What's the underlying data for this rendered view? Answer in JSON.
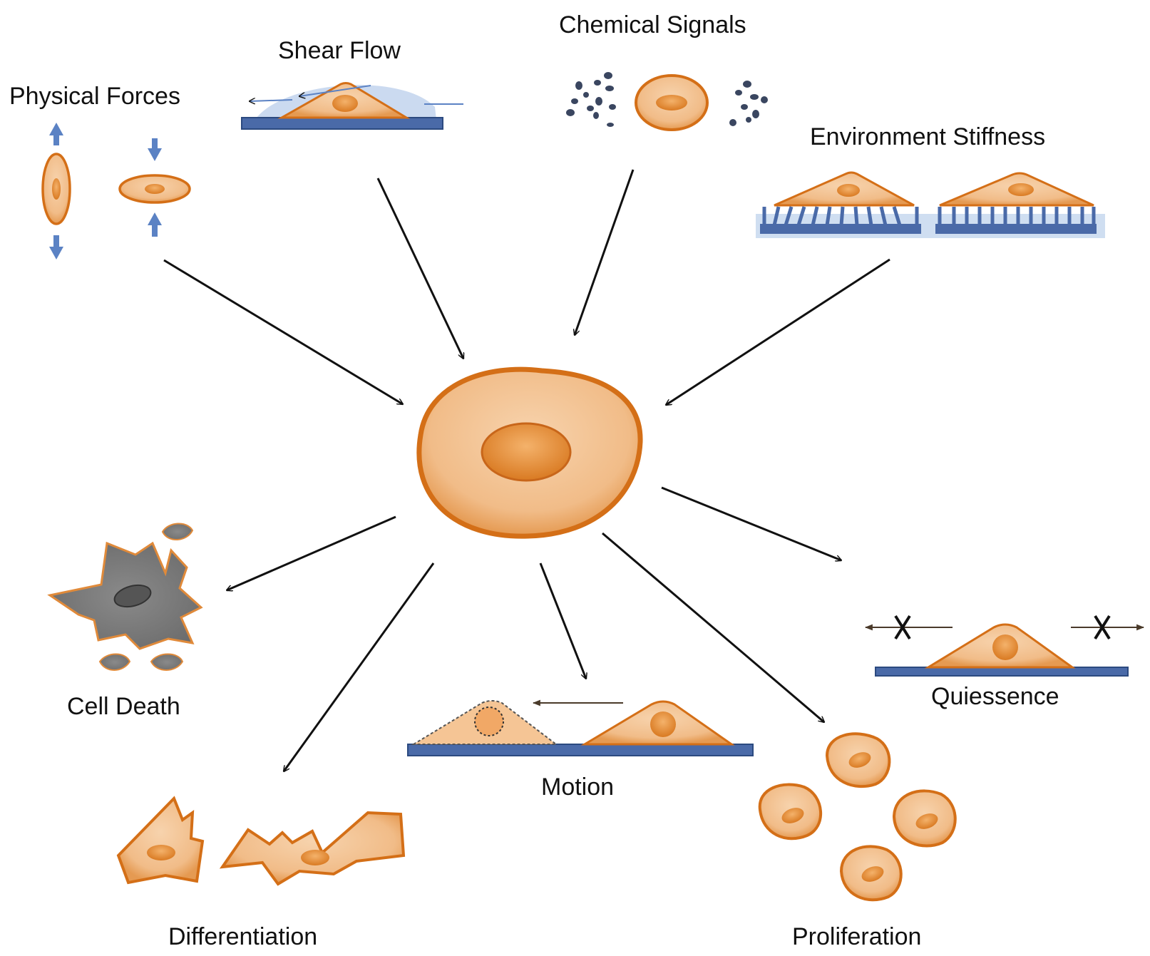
{
  "labels": {
    "physical_forces": "Physical Forces",
    "shear_flow": "Shear Flow",
    "chemical_signals": "Chemical Signals",
    "environment_stiffness": "Environment Stiffness",
    "cell_death": "Cell Death",
    "differentiation": "Differentiation",
    "motion": "Motion",
    "proliferation": "Proliferation",
    "quiescence": "Quiessence"
  },
  "inputs": [
    "Physical Forces",
    "Shear Flow",
    "Chemical Signals",
    "Environment Stiffness"
  ],
  "outcomes": [
    "Cell Death",
    "Differentiation",
    "Motion",
    "Proliferation",
    "Quiessence"
  ],
  "colors": {
    "cell_fill": "#f2c08f",
    "cell_edge": "#d9771e",
    "nucleus": "#ec9a45",
    "substrate": "#4a6aa8",
    "force_arrow": "#5b82c4",
    "dead_cell": "#7d7d7d",
    "arrow": "#111111"
  },
  "icons": {
    "force_arrows": "block-arrow-icon",
    "blocked_motion": "x-mark-icon"
  }
}
